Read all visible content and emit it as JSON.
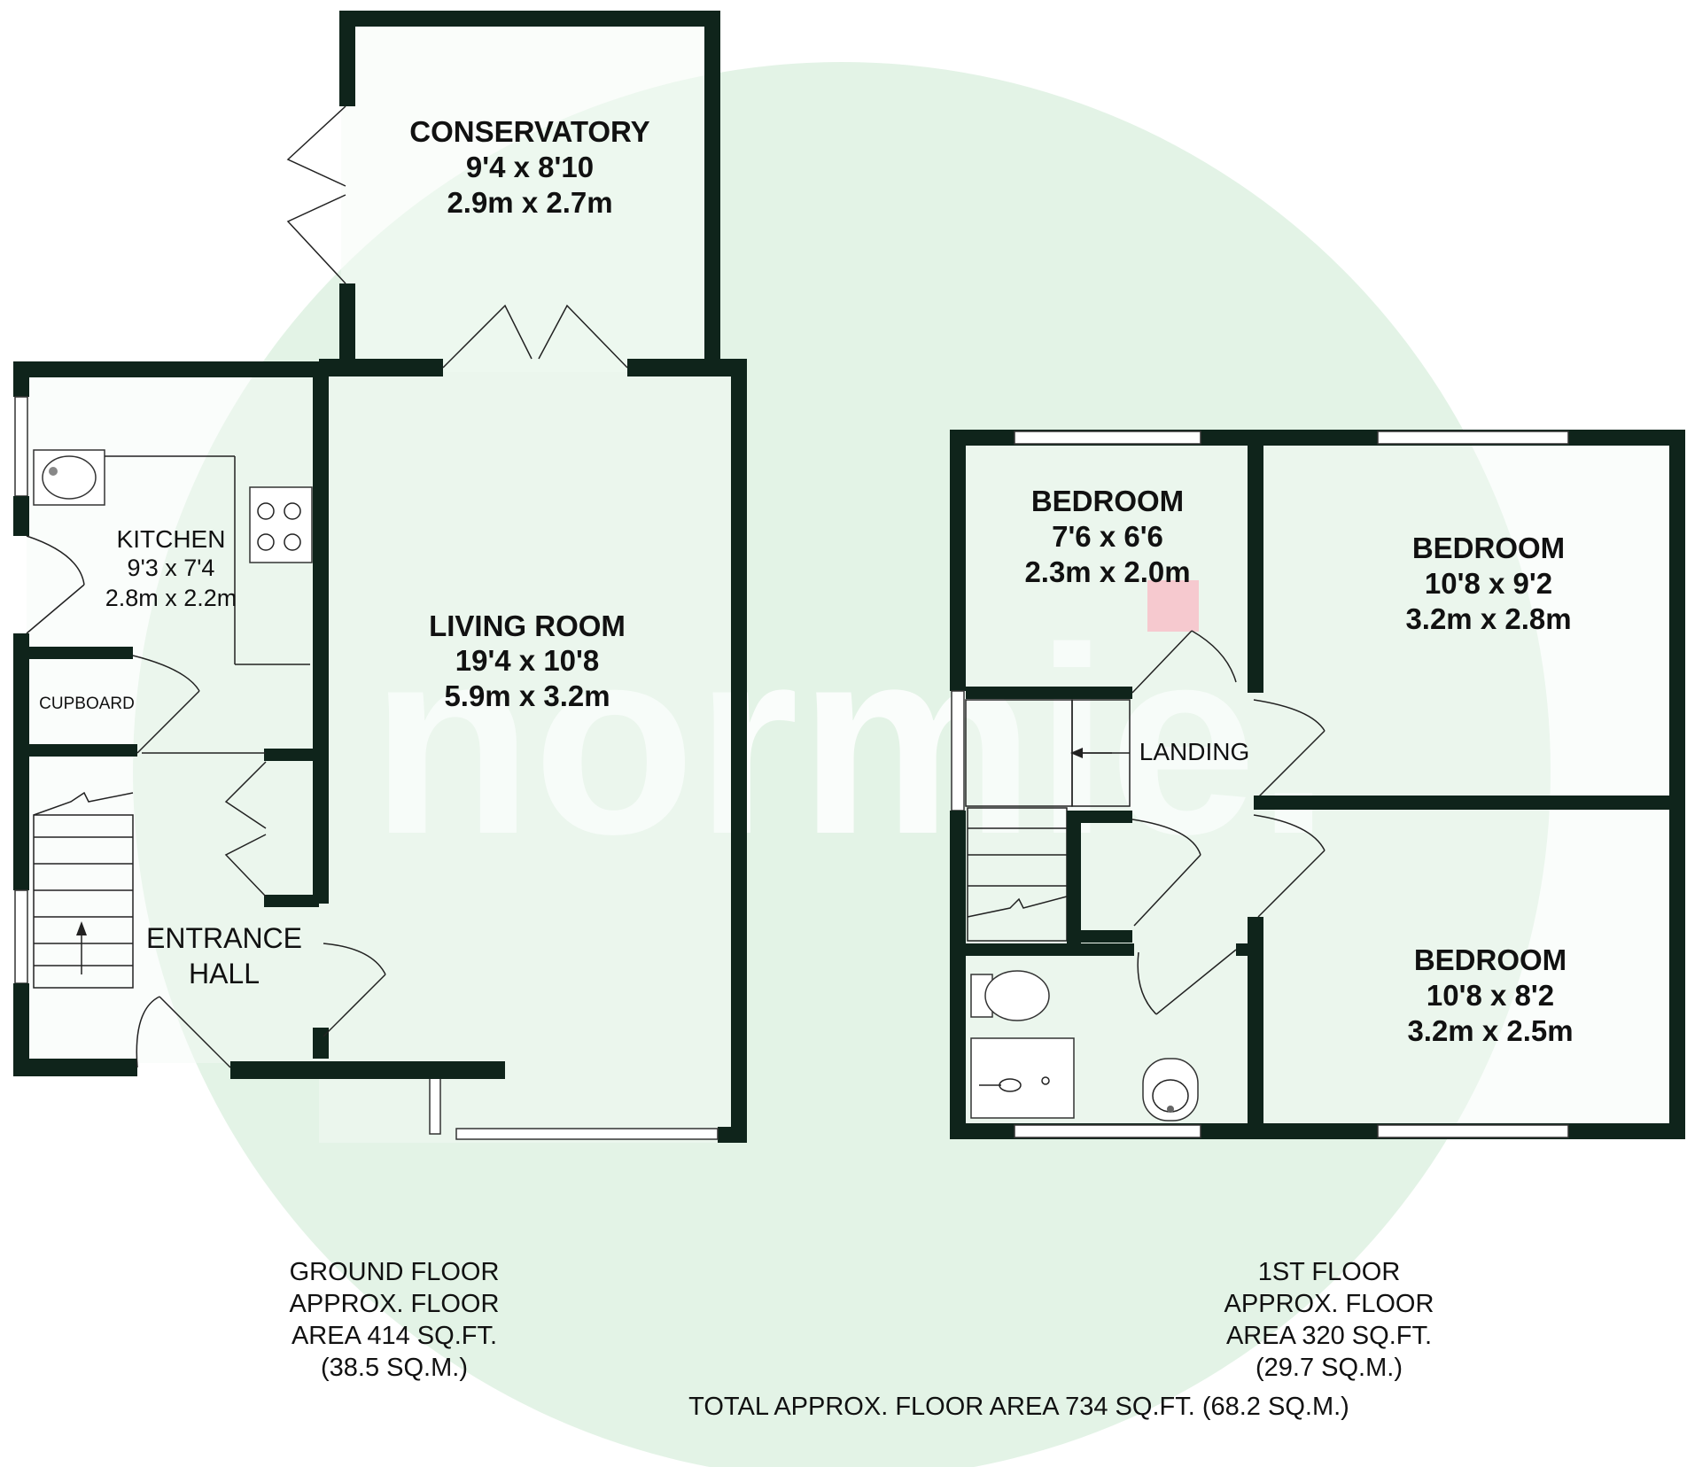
{
  "watermark": "normie.",
  "colors": {
    "background_disc": "#e3f3e6",
    "wall": "#0f241b",
    "accent_square": "#f6c9cf"
  },
  "ground_floor": {
    "rooms": {
      "conservatory": {
        "name": "CONSERVATORY",
        "imperial": "9'4 x 8'10",
        "metric": "2.9m x 2.7m"
      },
      "kitchen": {
        "name": "KITCHEN",
        "imperial": "9'3 x 7'4",
        "metric": "2.8m x 2.2m"
      },
      "cupboard": {
        "name": "CUPBOARD"
      },
      "living_room": {
        "name": "LIVING ROOM",
        "imperial": "19'4 x 10'8",
        "metric": "5.9m x 3.2m"
      },
      "entrance_hall": {
        "name_line1": "ENTRANCE",
        "name_line2": "HALL"
      }
    },
    "caption": {
      "line1": "GROUND FLOOR",
      "line2": "APPROX. FLOOR",
      "line3": "AREA 414 SQ.FT.",
      "line4": "(38.5 SQ.M.)"
    }
  },
  "first_floor": {
    "rooms": {
      "bedroom_small": {
        "name": "BEDROOM",
        "imperial": "7'6 x 6'6",
        "metric": "2.3m x 2.0m"
      },
      "bedroom_top_right": {
        "name": "BEDROOM",
        "imperial": "10'8 x 9'2",
        "metric": "3.2m x 2.8m"
      },
      "bedroom_bottom_right": {
        "name": "BEDROOM",
        "imperial": "10'8 x 8'2",
        "metric": "3.2m x 2.5m"
      },
      "landing": {
        "name": "LANDING"
      }
    },
    "caption": {
      "line1": "1ST FLOOR",
      "line2": "APPROX. FLOOR",
      "line3": "AREA 320 SQ.FT.",
      "line4": "(29.7 SQ.M.)"
    }
  },
  "total": "TOTAL APPROX. FLOOR AREA 734 SQ.FT. (68.2 SQ.M.)"
}
